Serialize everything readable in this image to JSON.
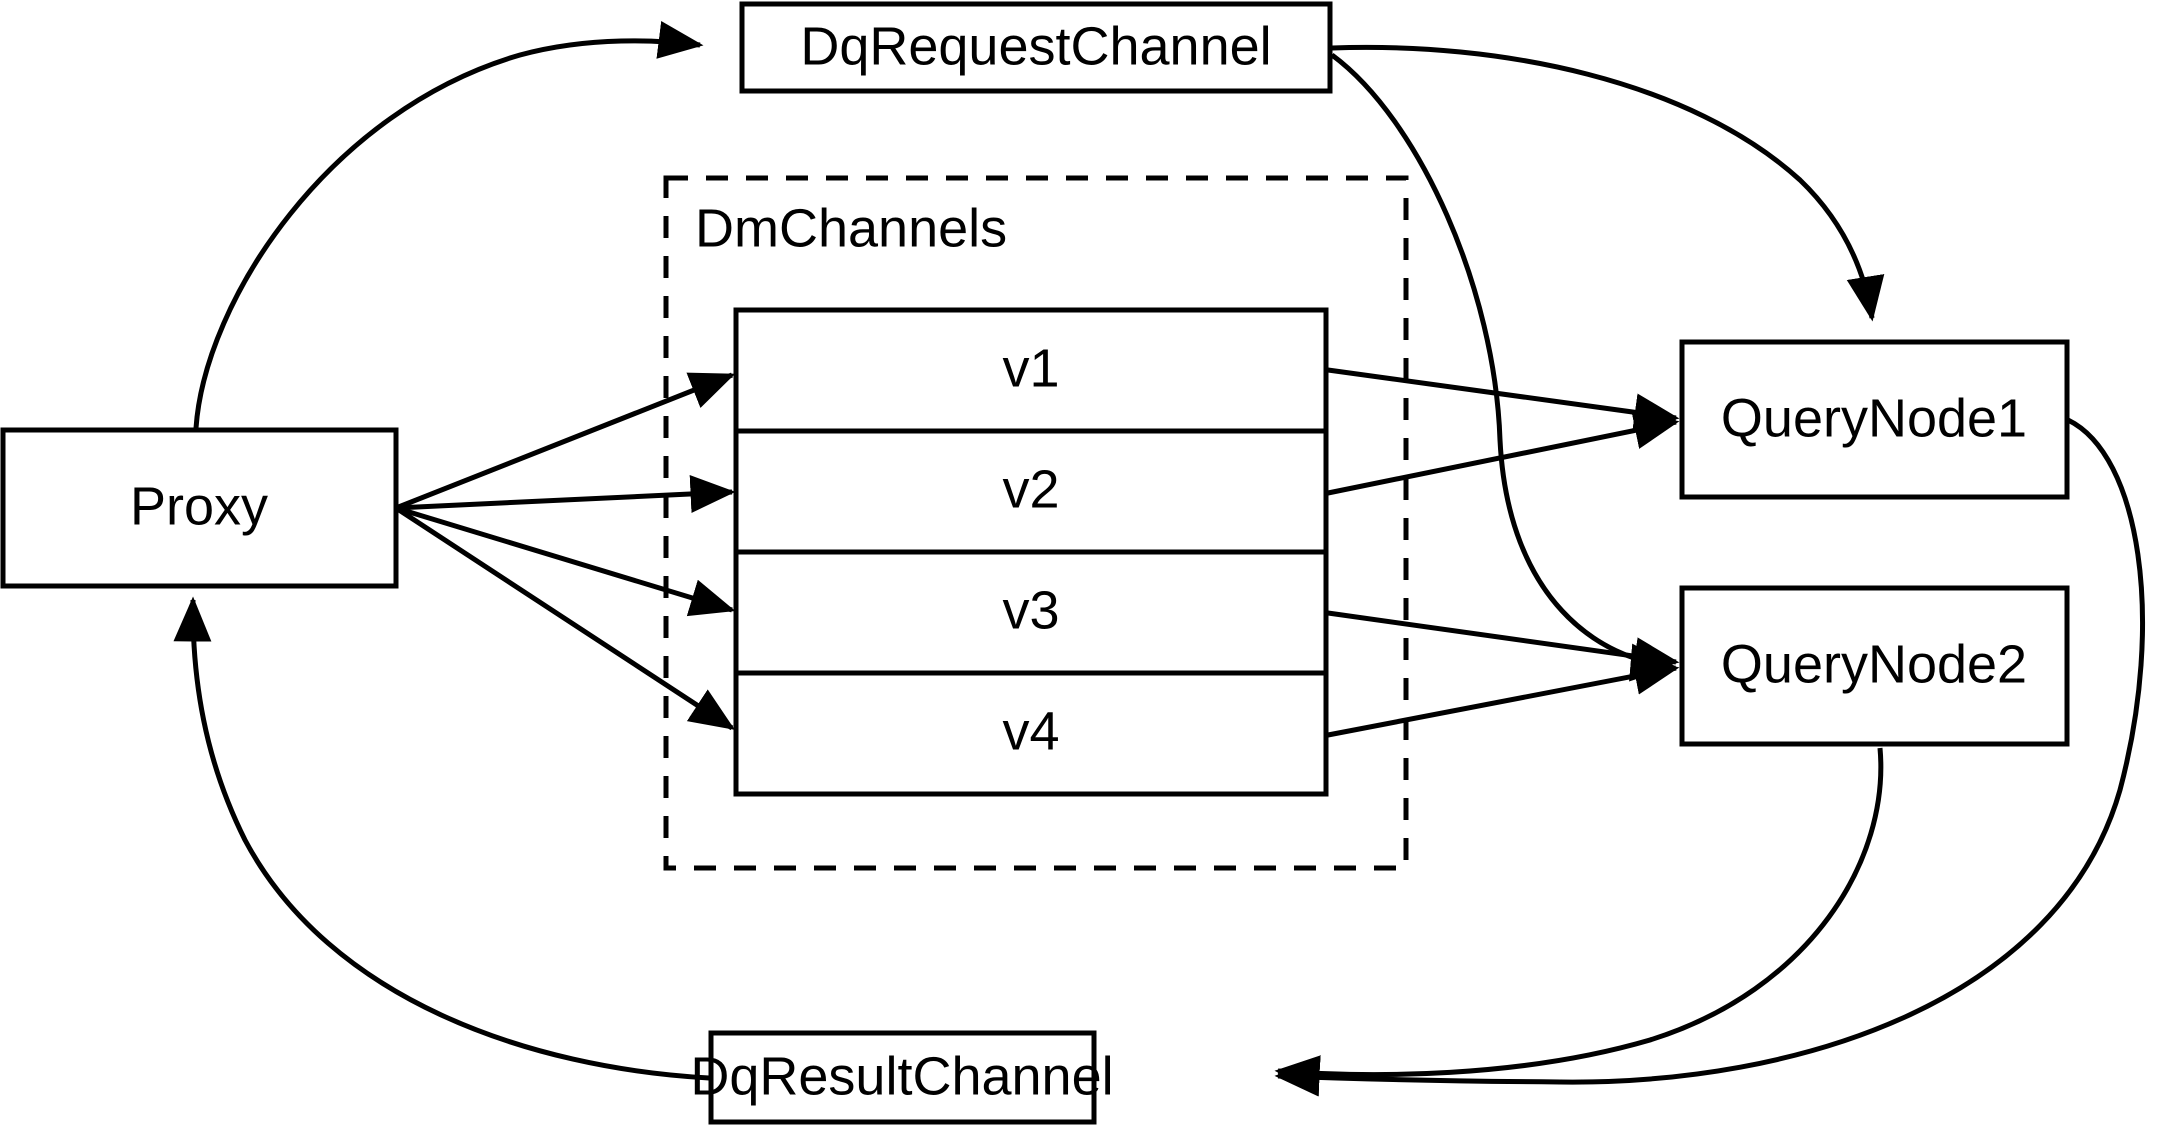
{
  "diagram": {
    "title": "Milvus query flow diagram",
    "background_color": "#ffffff",
    "stroke_color": "#000000",
    "nodes": {
      "proxy": {
        "label": "Proxy"
      },
      "dq_request_channel": {
        "label": "DqRequestChannel"
      },
      "dq_result_channel": {
        "label": "DqResultChannel"
      },
      "query_node_1": {
        "label": "QueryNode1"
      },
      "query_node_2": {
        "label": "QueryNode2"
      }
    },
    "group": {
      "label": "DmChannels",
      "style": "dashed"
    },
    "channel_rows": [
      {
        "label": "v1"
      },
      {
        "label": "v2"
      },
      {
        "label": "v3"
      },
      {
        "label": "v4"
      }
    ],
    "edges": [
      {
        "from": "Proxy",
        "to": "DqRequestChannel",
        "style": "curved",
        "arrow": true
      },
      {
        "from": "DqRequestChannel",
        "to": "QueryNode1",
        "style": "curved",
        "arrow": true
      },
      {
        "from": "DqRequestChannel",
        "to": "QueryNode2",
        "style": "curved",
        "arrow": true
      },
      {
        "from": "Proxy",
        "to": "v1",
        "style": "straight",
        "arrow": true
      },
      {
        "from": "Proxy",
        "to": "v2",
        "style": "straight",
        "arrow": true
      },
      {
        "from": "Proxy",
        "to": "v3",
        "style": "straight",
        "arrow": true
      },
      {
        "from": "Proxy",
        "to": "v4",
        "style": "straight",
        "arrow": true
      },
      {
        "from": "v1",
        "to": "QueryNode1",
        "style": "straight",
        "arrow": true
      },
      {
        "from": "v2",
        "to": "QueryNode1",
        "style": "straight",
        "arrow": true
      },
      {
        "from": "v3",
        "to": "QueryNode2",
        "style": "straight",
        "arrow": true
      },
      {
        "from": "v4",
        "to": "QueryNode2",
        "style": "straight",
        "arrow": true
      },
      {
        "from": "QueryNode1",
        "to": "DqResultChannel",
        "style": "curved",
        "arrow": true
      },
      {
        "from": "QueryNode2",
        "to": "DqResultChannel",
        "style": "curved",
        "arrow": true
      },
      {
        "from": "DqResultChannel",
        "to": "Proxy",
        "style": "curved",
        "arrow": true
      }
    ]
  }
}
